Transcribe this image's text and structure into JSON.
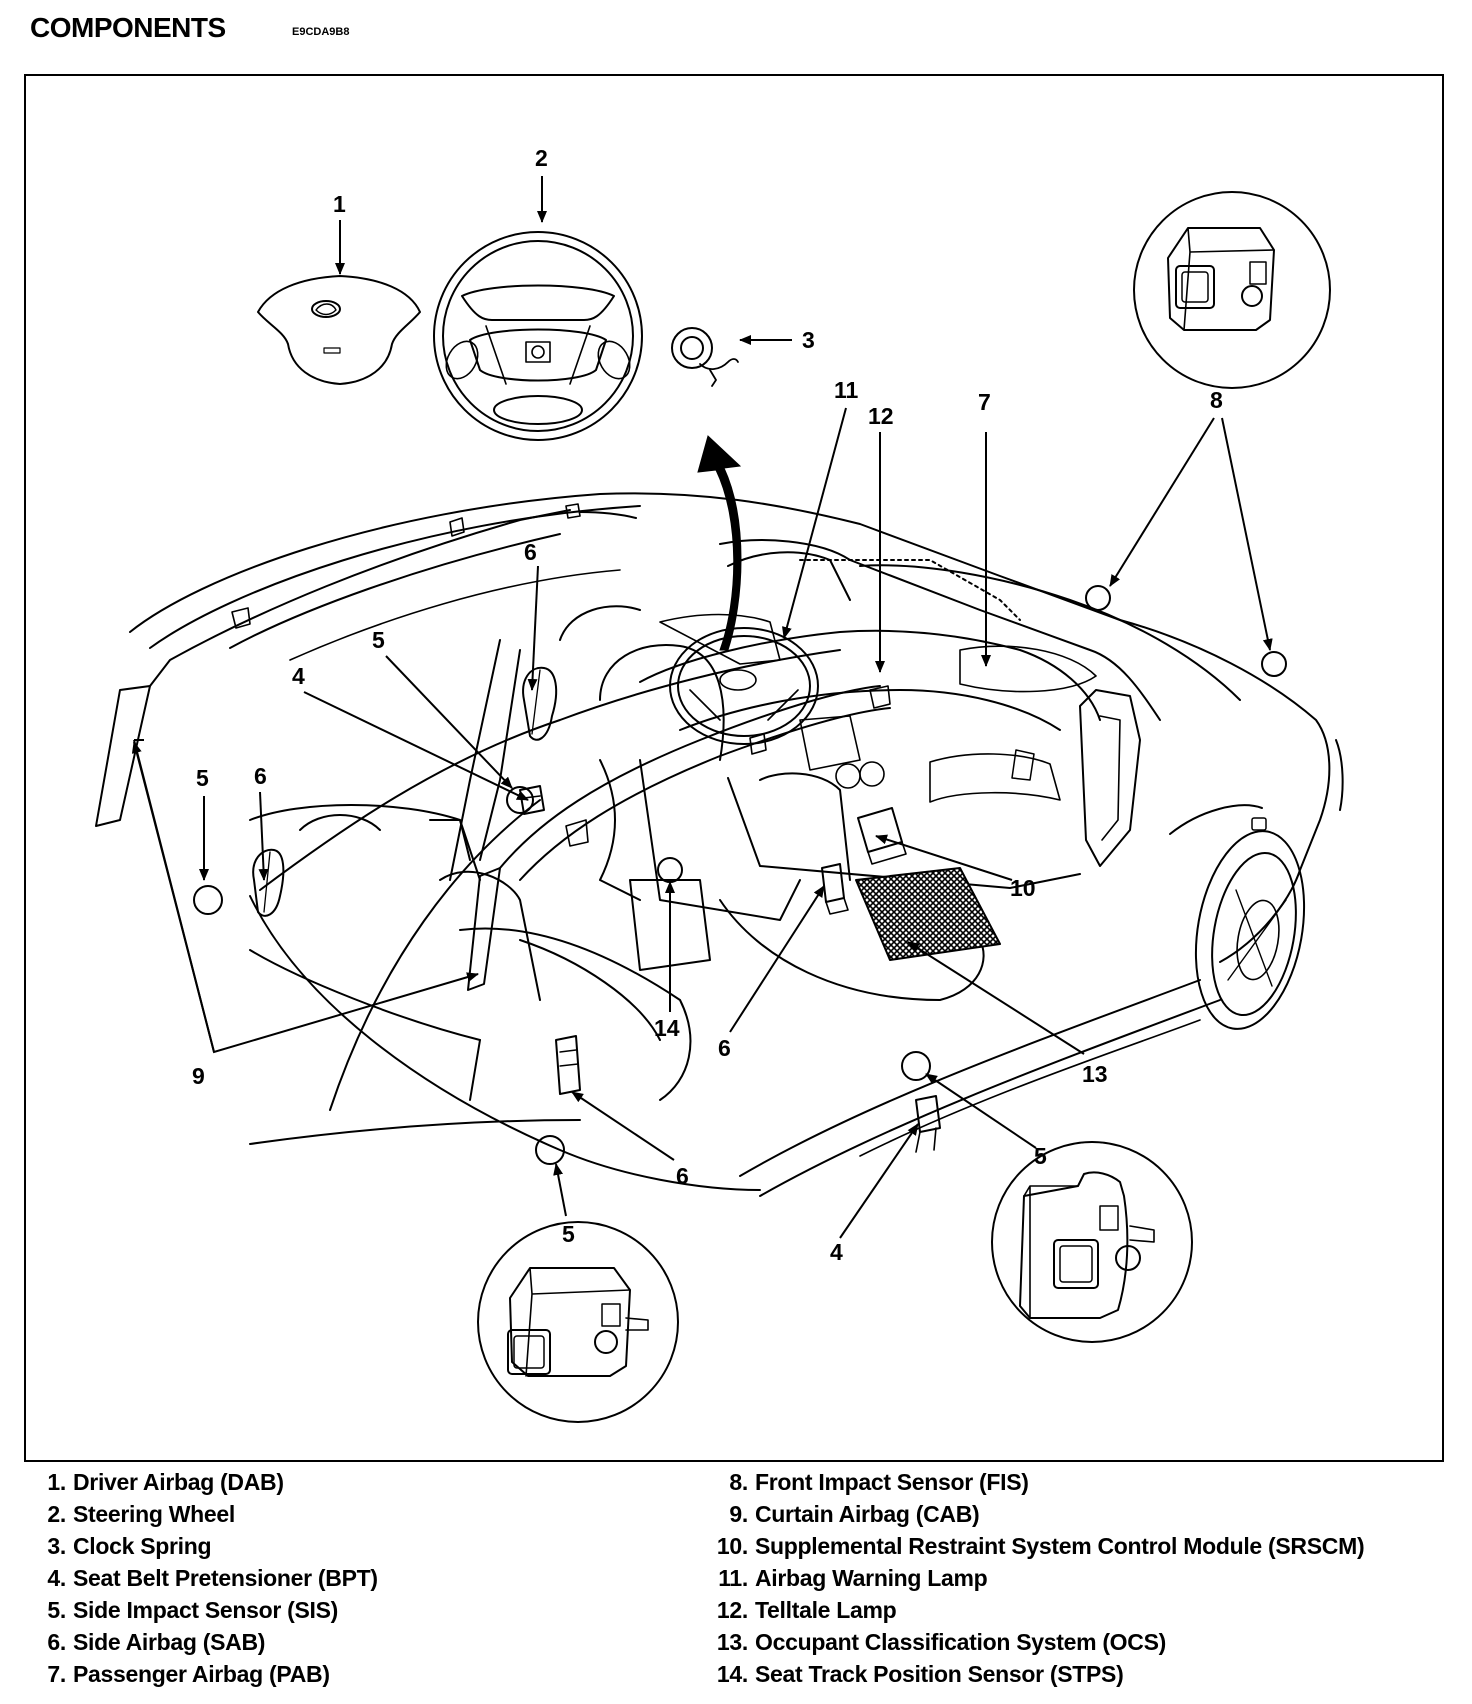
{
  "header": {
    "title": "COMPONENTS",
    "code": "E9CDA9B8"
  },
  "callouts": {
    "c1": "1",
    "c2": "2",
    "c3": "3",
    "c4a": "4",
    "c4b": "4",
    "c5a": "5",
    "c5b": "5",
    "c5c": "5",
    "c5d": "5",
    "c6a": "6",
    "c6b": "6",
    "c6c": "6",
    "c6d": "6",
    "c7": "7",
    "c8": "8",
    "c9": "9",
    "c10": "10",
    "c11": "11",
    "c12": "12",
    "c13": "13",
    "c14": "14"
  },
  "legend": {
    "left": [
      {
        "num": "1.",
        "label": "Driver Airbag (DAB)"
      },
      {
        "num": "2.",
        "label": "Steering Wheel"
      },
      {
        "num": "3.",
        "label": "Clock Spring"
      },
      {
        "num": "4.",
        "label": "Seat Belt Pretensioner (BPT)"
      },
      {
        "num": "5.",
        "label": "Side Impact Sensor (SIS)"
      },
      {
        "num": "6.",
        "label": "Side Airbag (SAB)"
      },
      {
        "num": "7.",
        "label": "Passenger Airbag (PAB)"
      }
    ],
    "right": [
      {
        "num": "8.",
        "label": "Front Impact Sensor (FIS)"
      },
      {
        "num": "9.",
        "label": "Curtain Airbag (CAB)"
      },
      {
        "num": "10.",
        "label": "Supplemental Restraint System Control Module (SRSCM)"
      },
      {
        "num": "11.",
        "label": "Airbag Warning Lamp"
      },
      {
        "num": "12.",
        "label": "Telltale Lamp"
      },
      {
        "num": "13.",
        "label": "Occupant Classification System (OCS)"
      },
      {
        "num": "14.",
        "label": "Seat Track Position Sensor (STPS)"
      }
    ]
  }
}
